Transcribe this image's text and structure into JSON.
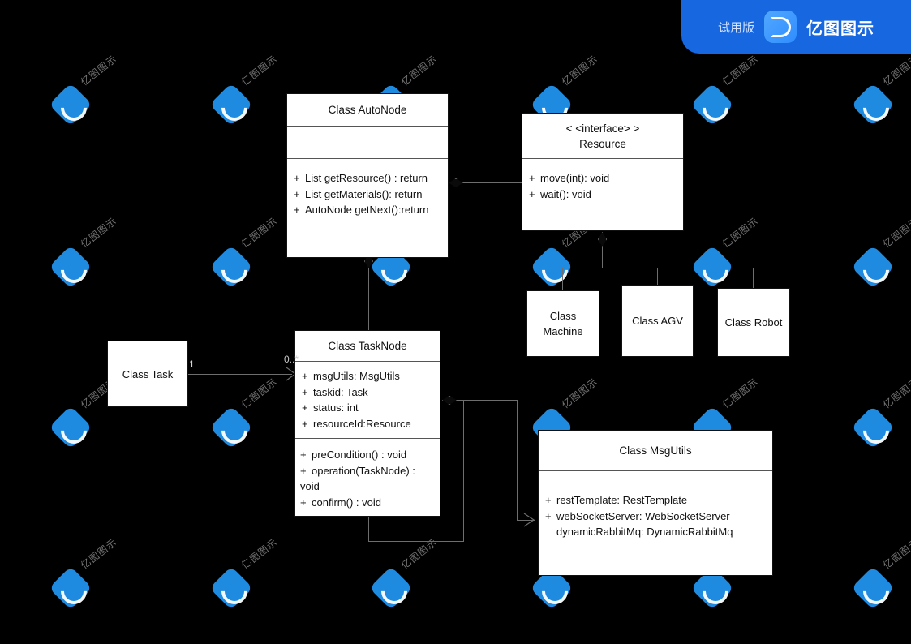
{
  "app": {
    "trial_label": "试用版",
    "brand_name": "亿图图示",
    "logo_icon": "edraw-logo-icon",
    "watermark_text": "亿图图示",
    "background_color": "#000000",
    "badge_color": "#1667e0",
    "box_fill": "#ffffff",
    "line_color": "#6e6e6e"
  },
  "diagram": {
    "type": "uml-class-diagram",
    "classes": [
      {
        "id": "autonode",
        "name": "Class AutoNode",
        "stereotype": "",
        "attributes": [],
        "methods": [
          {
            "vis": "+",
            "text": "List getResource() : return"
          },
          {
            "vis": "+",
            "text": "List getMaterials(): return"
          },
          {
            "vis": "+",
            "text": "AutoNode getNext():return"
          }
        ]
      },
      {
        "id": "resource",
        "name": "Resource",
        "stereotype": "< <interface> >",
        "attributes": [],
        "methods": [
          {
            "vis": "+",
            "text": "move(int): void"
          },
          {
            "vis": "+",
            "text": "wait(): void"
          }
        ]
      },
      {
        "id": "machine",
        "name": "Class Machine",
        "name_line1": "Class",
        "name_line2": "Machine"
      },
      {
        "id": "agv",
        "name": "Class AGV"
      },
      {
        "id": "robot",
        "name": "Class Robot"
      },
      {
        "id": "task",
        "name": "Class Task"
      },
      {
        "id": "tasknode",
        "name": "Class TaskNode",
        "attributes": [
          {
            "vis": "+",
            "text": "msgUtils: MsgUtils"
          },
          {
            "vis": "+",
            "text": "taskid: Task"
          },
          {
            "vis": "+",
            "text": "status: int"
          },
          {
            "vis": "+",
            "text": "resourceId:Resource"
          }
        ],
        "methods": [
          {
            "vis": "+",
            "text": "preCondition() : void"
          },
          {
            "vis": "+",
            "text": "operation(TaskNode) : void"
          },
          {
            "vis": "+",
            "text": "confirm() : void"
          }
        ]
      },
      {
        "id": "msgutils",
        "name": "Class MsgUtils",
        "attributes": [
          {
            "vis": "+",
            "text": "restTemplate: RestTemplate"
          },
          {
            "vis": "+",
            "text": "webSocketServer: WebSocketServer"
          },
          {
            "vis": "",
            "text": "dynamicRabbitMq: DynamicRabbitMq"
          }
        ]
      }
    ],
    "multiplicities": [
      {
        "id": "task-end",
        "label": "1"
      },
      {
        "id": "tasknode-end",
        "label": "0..*"
      }
    ],
    "relations": [
      {
        "from": "autonode",
        "to": "resource",
        "kind": "aggregation"
      },
      {
        "from": "autonode",
        "to": "tasknode",
        "kind": "aggregation"
      },
      {
        "from": "resource",
        "to": "machine",
        "kind": "generalization"
      },
      {
        "from": "resource",
        "to": "agv",
        "kind": "generalization"
      },
      {
        "from": "resource",
        "to": "robot",
        "kind": "generalization"
      },
      {
        "from": "task",
        "to": "tasknode",
        "kind": "association"
      },
      {
        "from": "tasknode",
        "to": "msgutils",
        "kind": "aggregation"
      },
      {
        "from": "tasknode",
        "to": "msgutils",
        "kind": "association"
      }
    ]
  }
}
